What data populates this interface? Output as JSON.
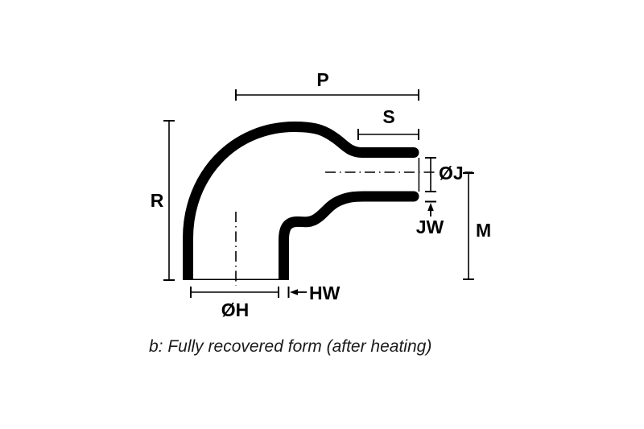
{
  "figure": {
    "caption": "b: Fully recovered form (after heating)",
    "dimension_labels": {
      "p": "P",
      "s": "S",
      "r": "R",
      "oj": "ØJ",
      "jw": "JW",
      "m": "M",
      "oh": "ØH",
      "hw": "HW"
    },
    "colors": {
      "ink": "#000000",
      "background": "#ffffff"
    }
  }
}
